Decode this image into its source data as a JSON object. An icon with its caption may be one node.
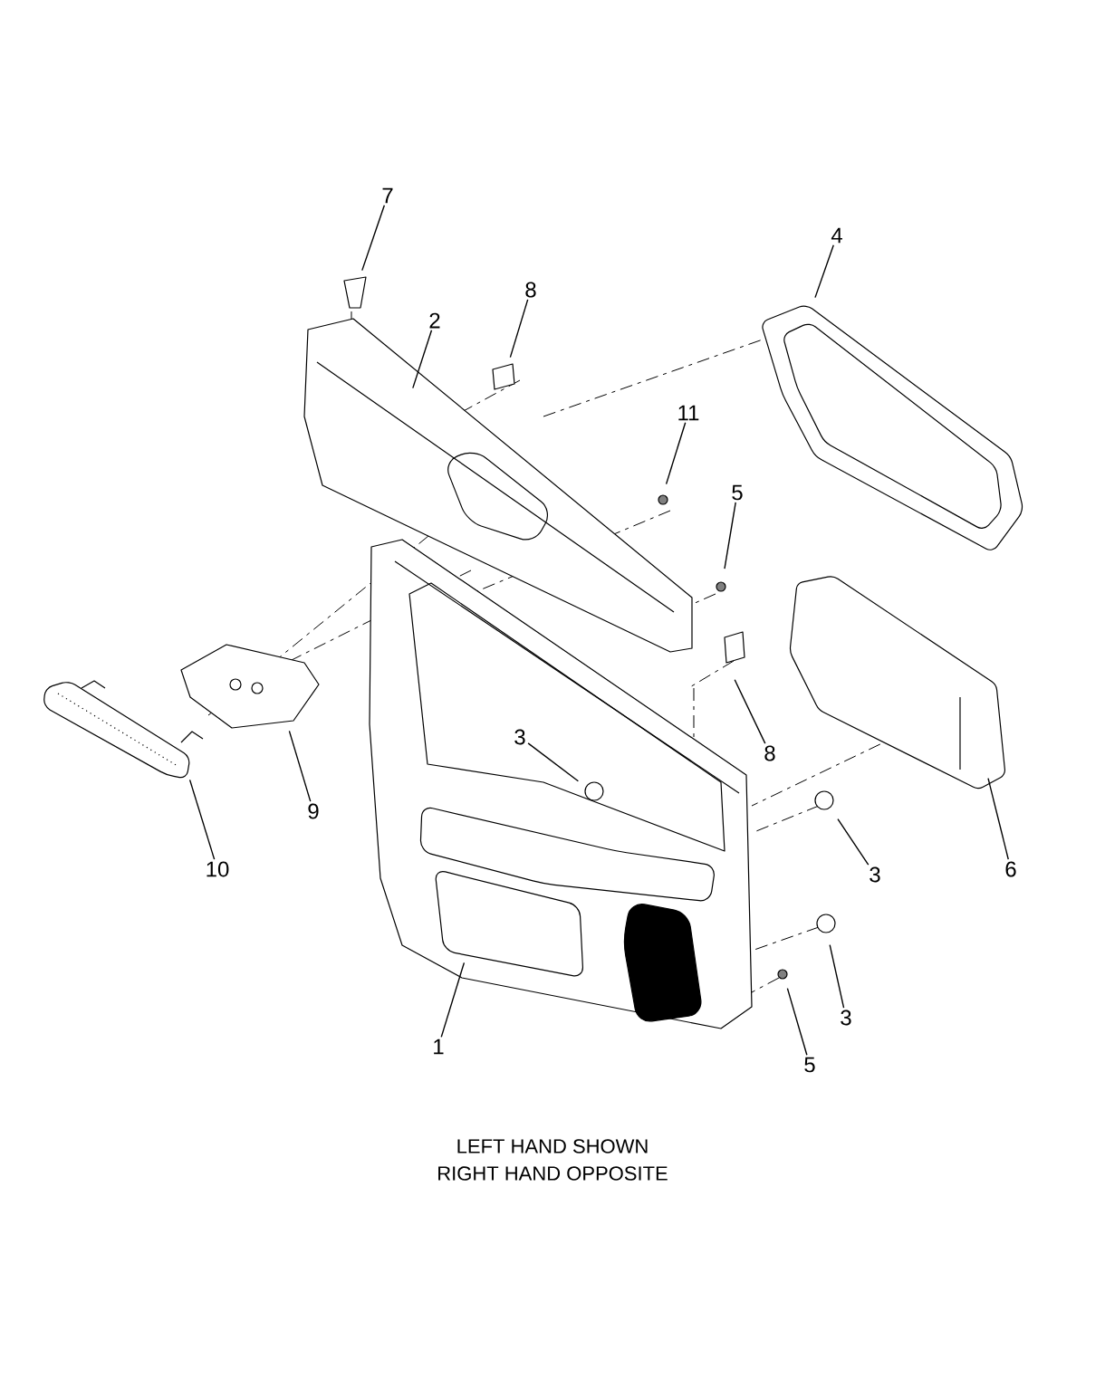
{
  "diagram": {
    "nodes": [
      {
        "text": [
          "7"
        ]
      },
      {
        "text": [
          "8"
        ]
      },
      {
        "text": [
          "2"
        ]
      },
      {
        "text": [
          "4"
        ]
      },
      {
        "text": [
          "11"
        ]
      },
      {
        "text": [
          "5"
        ]
      },
      {
        "text": [
          "3"
        ]
      },
      {
        "text": [
          "8"
        ]
      },
      {
        "text": [
          "3"
        ]
      },
      {
        "text": [
          "6"
        ]
      },
      {
        "text": [
          "9"
        ]
      },
      {
        "text": [
          "10"
        ]
      },
      {
        "text": [
          "1"
        ]
      },
      {
        "text": [
          "3"
        ]
      },
      {
        "text": [
          "5"
        ]
      }
    ],
    "edges": [
      {
        "from": 0,
        "to": null,
        "arrow": "none"
      },
      {
        "from": 1,
        "to": null,
        "arrow": "none"
      },
      {
        "from": 2,
        "to": null,
        "arrow": "none"
      },
      {
        "from": 3,
        "to": null,
        "arrow": "none"
      },
      {
        "from": 4,
        "to": null,
        "arrow": "none"
      },
      {
        "from": 5,
        "to": null,
        "arrow": "none"
      },
      {
        "from": 6,
        "to": null,
        "arrow": "none"
      },
      {
        "from": 7,
        "to": null,
        "arrow": "none"
      },
      {
        "from": 8,
        "to": null,
        "arrow": "none"
      },
      {
        "from": 9,
        "to": null,
        "arrow": "none"
      },
      {
        "from": 10,
        "to": null,
        "arrow": "none"
      },
      {
        "from": 11,
        "to": null,
        "arrow": "none"
      },
      {
        "from": 12,
        "to": null,
        "arrow": "none"
      },
      {
        "from": 13,
        "to": null,
        "arrow": "none"
      },
      {
        "from": 14,
        "to": null,
        "arrow": "none"
      }
    ],
    "labels": [
      "LEFT HAND SHOWN",
      "RIGHT HAND OPPOSITE"
    ]
  }
}
